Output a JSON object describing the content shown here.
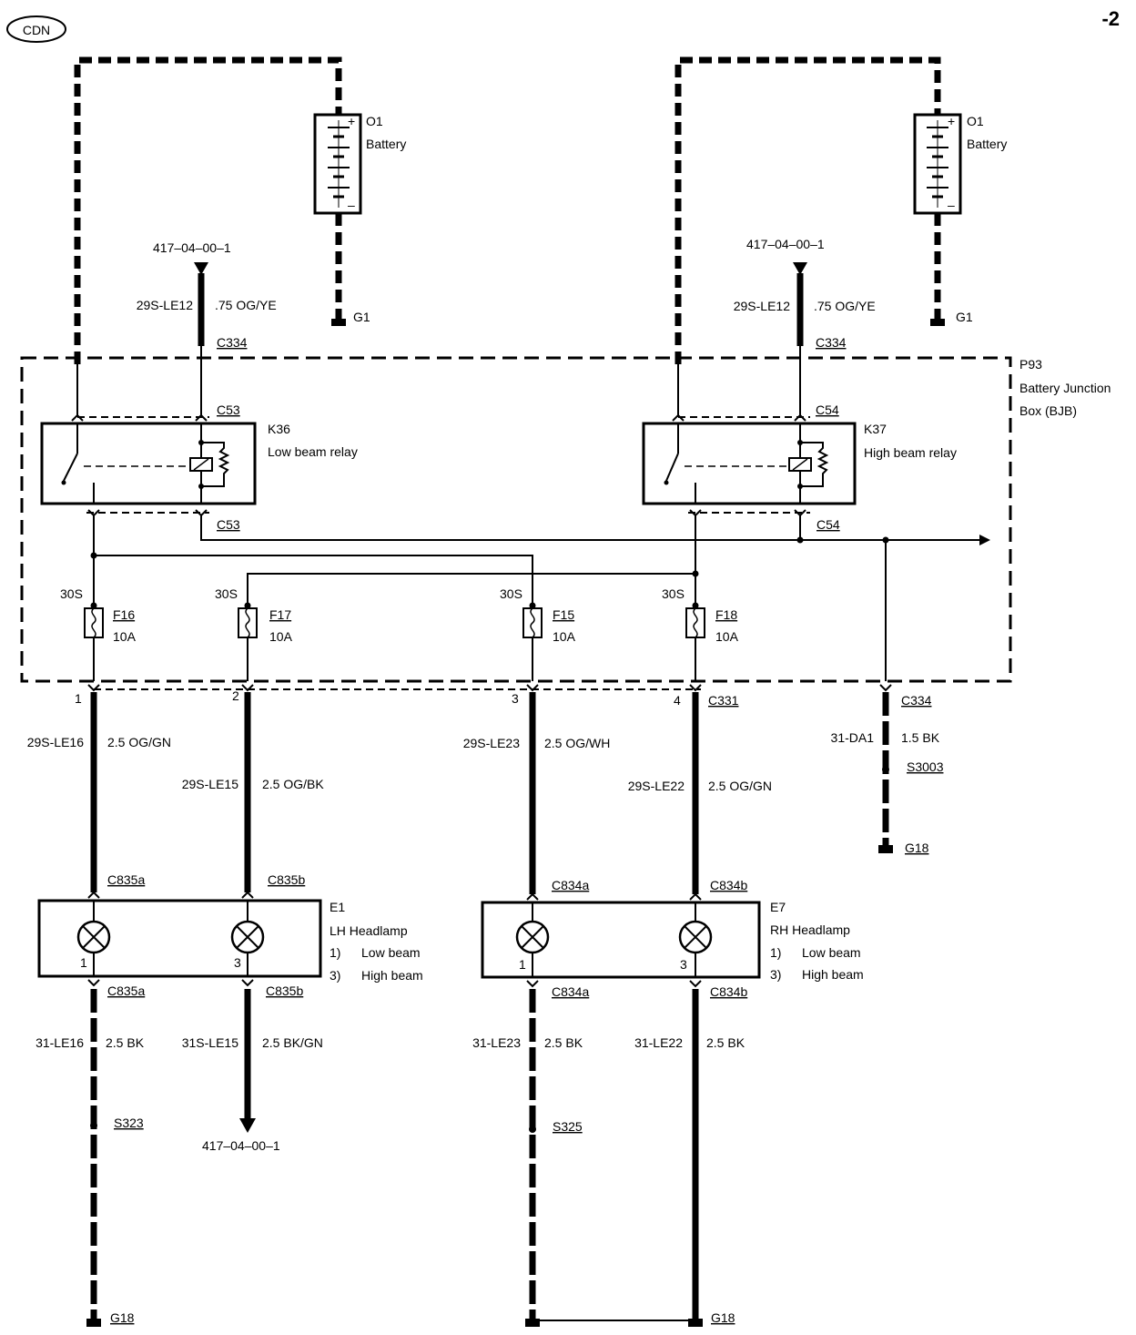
{
  "header": {
    "badge": "CDN",
    "page_suffix": "-2"
  },
  "battery_left": {
    "id": "O1",
    "name": "Battery",
    "ground": "G1"
  },
  "battery_right": {
    "id": "O1",
    "name": "Battery",
    "ground": "G1"
  },
  "feed_left": {
    "ref": "417–04–00–1",
    "circuit": "29S-LE12",
    "wire": ".75 OG/YE",
    "connector": "C334"
  },
  "feed_right": {
    "ref": "417–04–00–1",
    "circuit": "29S-LE12",
    "wire": ".75 OG/YE",
    "connector": "C334"
  },
  "bjb": {
    "id": "P93",
    "line1": "Battery Junction",
    "line2": "Box (BJB)"
  },
  "relay_low": {
    "id": "K36",
    "name": "Low beam relay",
    "conn_top": "C53",
    "conn_bottom": "C53"
  },
  "relay_high": {
    "id": "K37",
    "name": "High beam relay",
    "conn_top": "C54",
    "conn_bottom": "C54"
  },
  "fuses": [
    {
      "id": "F16",
      "rating": "10A",
      "tag": "30S",
      "pin": "1"
    },
    {
      "id": "F17",
      "rating": "10A",
      "tag": "30S",
      "pin": "2"
    },
    {
      "id": "F15",
      "rating": "10A",
      "tag": "30S",
      "pin": "3"
    },
    {
      "id": "F18",
      "rating": "10A",
      "tag": "30S",
      "pin": "4"
    }
  ],
  "out_connector": "C331",
  "ground_branch": {
    "connector": "C334",
    "circuit": "31-DA1",
    "wire": "1.5 BK",
    "splice": "S3003",
    "ground": "G18"
  },
  "wires_upper": [
    {
      "circuit": "29S-LE16",
      "wire": "2.5 OG/GN"
    },
    {
      "circuit": "29S-LE15",
      "wire": "2.5 OG/BK"
    },
    {
      "circuit": "29S-LE23",
      "wire": "2.5 OG/WH"
    },
    {
      "circuit": "29S-LE22",
      "wire": "2.5 OG/GN"
    }
  ],
  "lamp_connectors": [
    "C835a",
    "C835b",
    "C834a",
    "C834b"
  ],
  "headlamp_lh": {
    "id": "E1",
    "name": "LH Headlamp",
    "item1_num": "1)",
    "item1": "Low beam",
    "item2_num": "3)",
    "item2": "High beam",
    "pin_a": "1",
    "pin_b": "3"
  },
  "headlamp_rh": {
    "id": "E7",
    "name": "RH Headlamp",
    "item1_num": "1)",
    "item1": "Low beam",
    "item2_num": "3)",
    "item2": "High beam",
    "pin_a": "1",
    "pin_b": "3"
  },
  "wires_lower": [
    {
      "circuit": "31-LE16",
      "wire": "2.5 BK"
    },
    {
      "circuit": "31S-LE15",
      "wire": "2.5 BK/GN"
    },
    {
      "circuit": "31-LE23",
      "wire": "2.5 BK"
    },
    {
      "circuit": "31-LE22",
      "wire": "2.5 BK"
    }
  ],
  "splices": [
    "S323",
    "S325"
  ],
  "lower_ref": "417–04–00–1",
  "grounds_bottom": [
    "G18",
    "G18"
  ]
}
